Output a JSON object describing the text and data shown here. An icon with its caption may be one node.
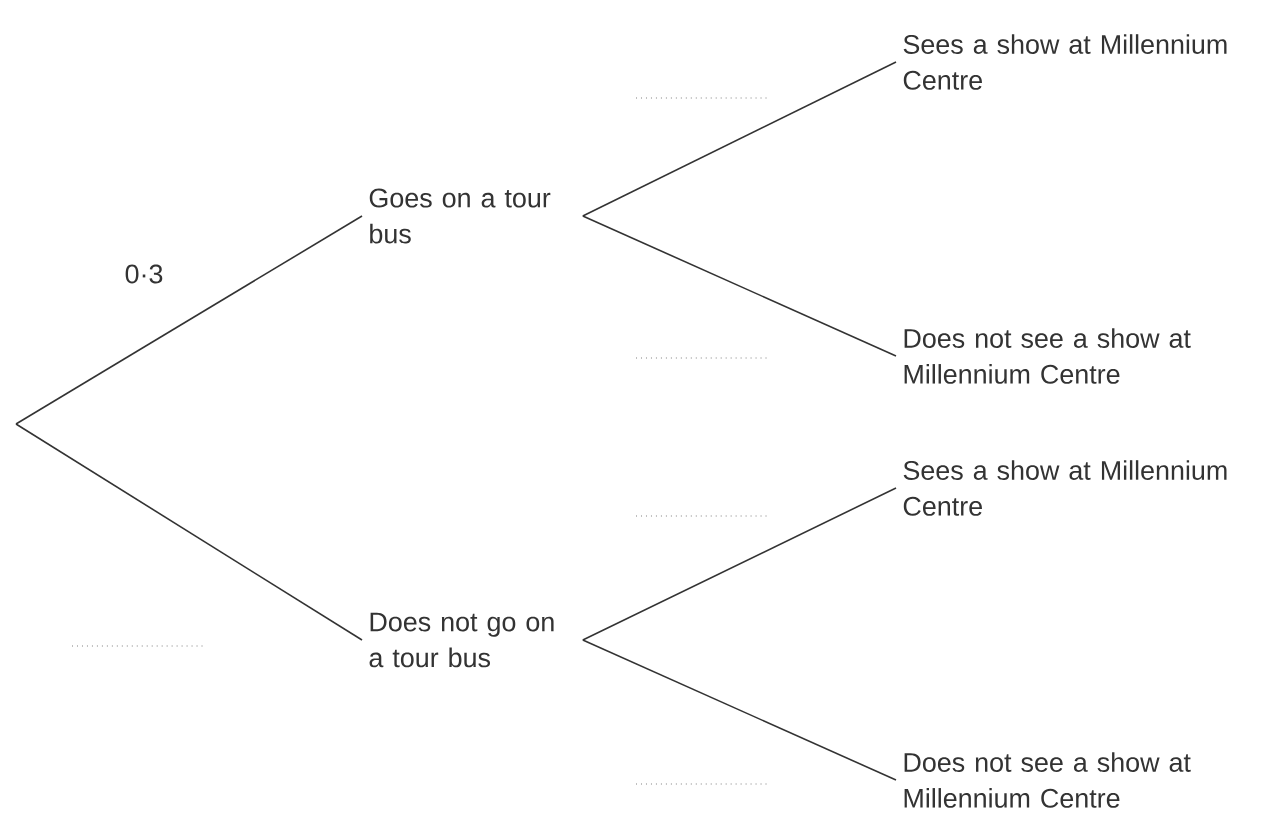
{
  "diagram": {
    "nodes": [
      {
        "text": [
          "Goes on a tour bus"
        ]
      },
      {
        "text": [
          "Does not go on a tour bus"
        ]
      },
      {
        "text": [
          "Sees a show at Millennium Centre"
        ]
      },
      {
        "text": [
          "Does not see a show at Millennium Centre"
        ]
      },
      {
        "text": [
          "Sees a show at Millennium Centre"
        ]
      },
      {
        "text": [
          "Does not see a show at Millennium Centre"
        ]
      }
    ],
    "edges": [
      {
        "from": null,
        "to": 0,
        "arrow": "none",
        "label": "0·3"
      },
      {
        "from": null,
        "to": 1,
        "arrow": "none"
      },
      {
        "from": 0,
        "to": 2,
        "arrow": "none"
      },
      {
        "from": 0,
        "to": 3,
        "arrow": "none"
      },
      {
        "from": 1,
        "to": 4,
        "arrow": "none"
      },
      {
        "from": 1,
        "to": 5,
        "arrow": "none"
      }
    ]
  }
}
